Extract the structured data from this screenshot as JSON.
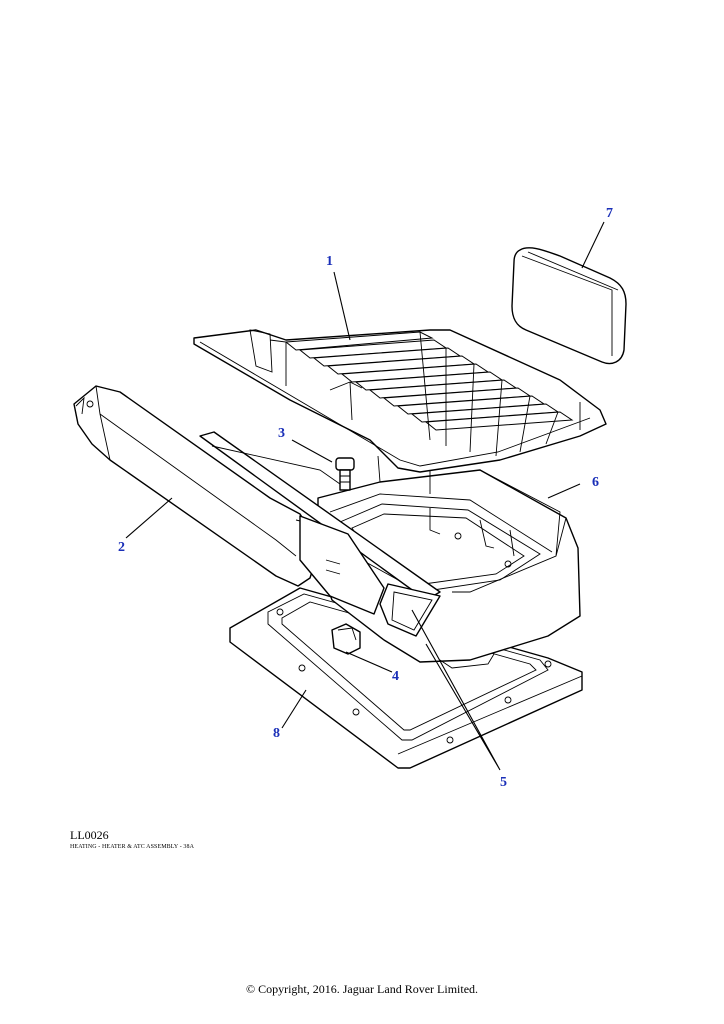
{
  "diagram": {
    "reference_code": "LL0026",
    "caption": "HEATING - HEATER & ATC ASSEMBLY - 38A",
    "copyright": "© Copyright, 2016. Jaguar Land Rover Limited.",
    "callouts": [
      "1",
      "2",
      "3",
      "4",
      "5",
      "6",
      "7",
      "8"
    ],
    "callout_color": "#1a2fb8"
  }
}
